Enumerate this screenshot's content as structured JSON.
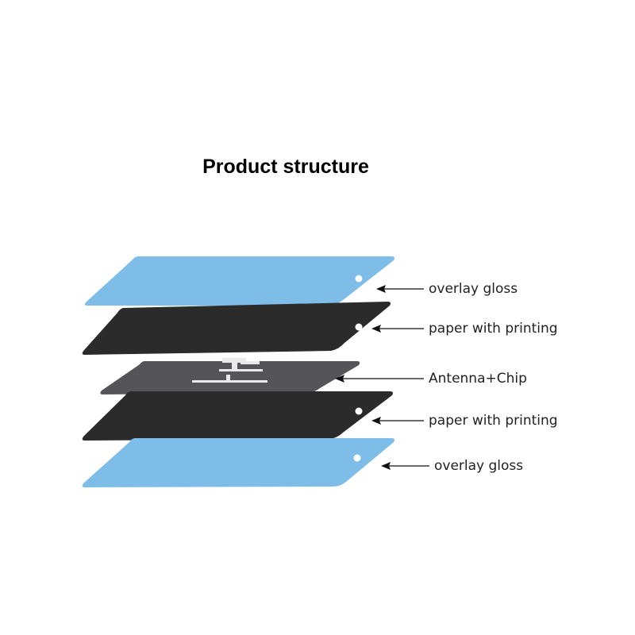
{
  "title": "Product structure",
  "colors": {
    "overlay": "#7fbde9",
    "paper": "#2b2b2b",
    "antenna_layer": "#555558",
    "antenna_trace": "#e9e9e9",
    "text": "#222222"
  },
  "layers": [
    {
      "label": "overlay gloss",
      "material": "overlay",
      "icon": "overlay-film"
    },
    {
      "label": "paper with printing",
      "material": "paper",
      "icon": "printed-paper"
    },
    {
      "label": "Antenna+Chip",
      "material": "antenna_layer",
      "icon": "rfid-inlay"
    },
    {
      "label": "paper with printing",
      "material": "paper",
      "icon": "printed-paper"
    },
    {
      "label": "overlay gloss",
      "material": "overlay",
      "icon": "overlay-film"
    }
  ]
}
